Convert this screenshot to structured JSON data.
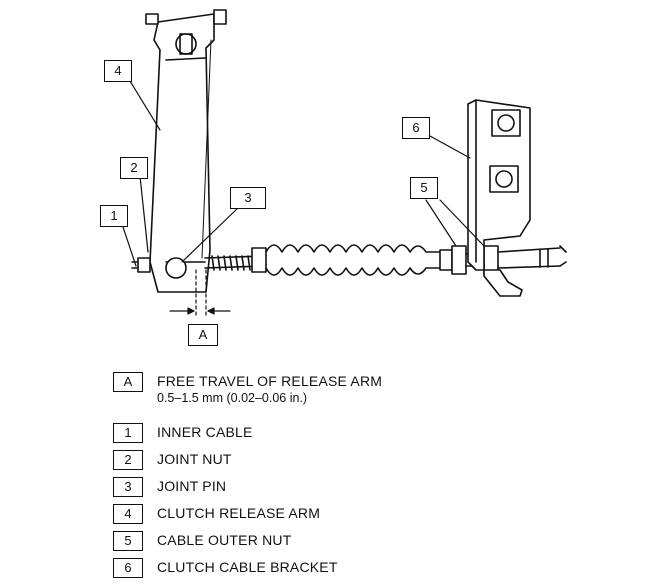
{
  "callouts": {
    "c1": "1",
    "c2": "2",
    "c3": "3",
    "c4": "4",
    "c5": "5",
    "c6": "6",
    "cA": "A"
  },
  "legend": [
    {
      "key": "A",
      "text": "FREE TRAVEL OF RELEASE ARM",
      "sub": "0.5–1.5 mm (0.02–0.06 in.)"
    },
    {
      "key": "1",
      "text": "INNER CABLE"
    },
    {
      "key": "2",
      "text": "JOINT NUT"
    },
    {
      "key": "3",
      "text": "JOINT PIN"
    },
    {
      "key": "4",
      "text": "CLUTCH RELEASE ARM"
    },
    {
      "key": "5",
      "text": "CABLE OUTER NUT"
    },
    {
      "key": "6",
      "text": "CLUTCH CABLE BRACKET"
    }
  ]
}
